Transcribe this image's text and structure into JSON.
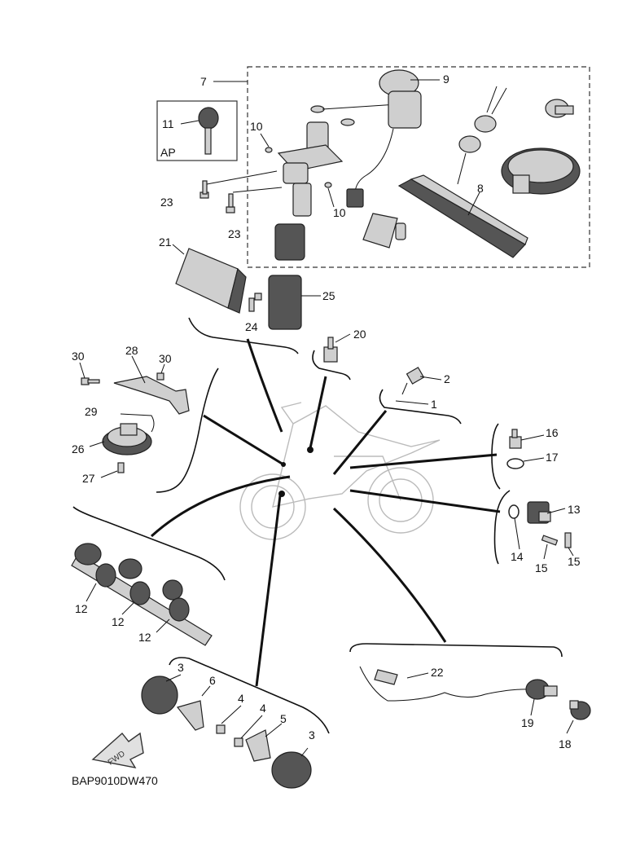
{
  "diagram": {
    "catalog_code": "BAP9010DW470",
    "fwd_arrow_text": "FWD",
    "ap_box_text": "AP",
    "callouts": {
      "c1": "1",
      "c2": "2",
      "c3a": "3",
      "c3b": "3",
      "c4a": "4",
      "c4b": "4",
      "c5": "5",
      "c6": "6",
      "c7": "7",
      "c8": "8",
      "c9": "9",
      "c10a": "10",
      "c10b": "10",
      "c11": "11",
      "c12a": "12",
      "c12b": "12",
      "c12c": "12",
      "c13": "13",
      "c14": "14",
      "c15a": "15",
      "c15b": "15",
      "c16": "16",
      "c17": "17",
      "c18": "18",
      "c19": "19",
      "c20": "20",
      "c21": "21",
      "c22": "22",
      "c23a": "23",
      "c23b": "23",
      "c24": "24",
      "c25": "25",
      "c26": "26",
      "c27": "27",
      "c28": "28",
      "c29": "29",
      "c30a": "30",
      "c30b": "30"
    }
  }
}
